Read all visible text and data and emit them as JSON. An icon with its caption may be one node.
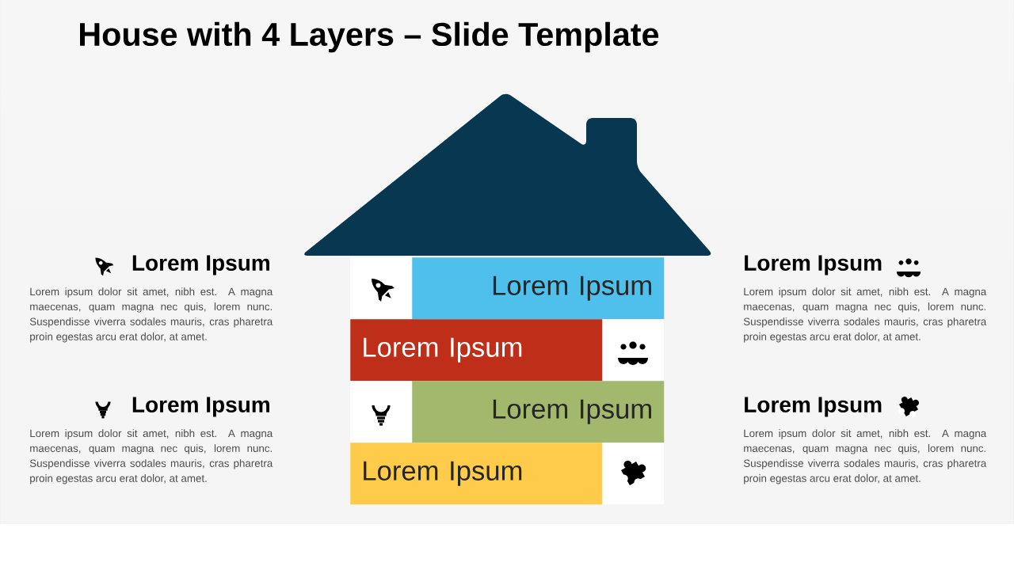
{
  "diagram": {
    "title": "House with 4 Layers – Slide Template",
    "nodes": [
      {
        "text": [
          "Lorem Ipsum"
        ]
      },
      {
        "text": [
          "Lorem Ipsum"
        ]
      },
      {
        "text": [
          "Lorem Ipsum"
        ]
      },
      {
        "text": [
          "Lorem Ipsum"
        ]
      }
    ],
    "labels": [
      "Lorem Ipsum",
      "Lorem ipsum dolor sit amet, nibh est. A magna maecenas, quam magna nec quis, lorem nunc. Suspendisse viverra sodales mauris, cras pharetra proin egestas arcu erat dolor, at amet.",
      "Lorem Ipsum",
      "Lorem ipsum dolor sit amet, nibh est. A magna maecenas, quam magna nec quis, lorem nunc. Suspendisse viverra sodales mauris, cras pharetra proin egestas arcu erat dolor, at amet.",
      "Lorem Ipsum",
      "Lorem ipsum dolor sit amet, nibh est. A magna maecenas, quam magna nec quis, lorem nunc. Suspendisse viverra sodales mauris, cras pharetra proin egestas arcu erat dolor, at amet.",
      "Lorem Ipsum",
      "Lorem ipsum dolor sit amet, nibh est. A magna maecenas, quam magna nec quis, lorem nunc. Suspendisse viverra sodales mauris, cras pharetra proin egestas arcu erat dolor, at amet."
    ]
  }
}
